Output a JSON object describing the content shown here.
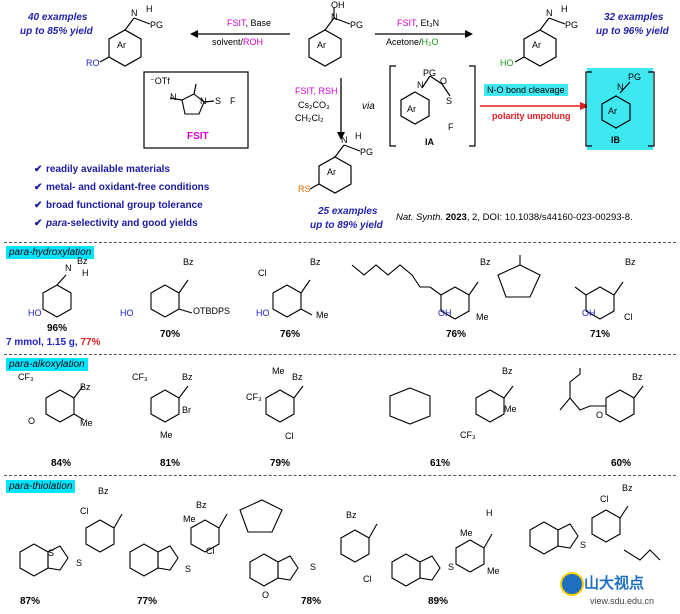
{
  "top": {
    "left_examples": "40 examples",
    "left_yield": "up to 85% yield",
    "left_reagent_top_fsit": "FSIT",
    "left_reagent_top_rest": ", Base",
    "left_reagent_bottom_a": "solvent/",
    "left_reagent_bottom_b": "ROH",
    "right_reagent_top_fsit": "FSIT",
    "right_reagent_top_rest": ", Et₃N",
    "right_reagent_bottom_a": "Acetone/",
    "right_reagent_bottom_b": "H₂O",
    "right_examples": "32 examples",
    "right_yield": "up to 96% yield",
    "down_reagent_1_fsit": "FSIT",
    "down_reagent_1_rest": ", RSH",
    "down_reagent_2": "Cs₂CO₃",
    "down_reagent_3": "CH₂Cl₂",
    "bottom_examples": "25 examples",
    "bottom_yield": "up to 89% yield",
    "via": "via",
    "ia_label": "IA",
    "ib_label": "IB",
    "nobond": "N-O bond cleavage",
    "umpolung": "polarity umpolung",
    "fsit_label": "FSIT",
    "otf": "⁻OTf",
    "citation_prefix": "Nat. Synth.",
    "citation_year": "2023",
    "citation_rest": ", 2, DOI: 10.1038/s44160-023-00293-8."
  },
  "atoms": {
    "ar": "Ar",
    "n": "N",
    "h": "H",
    "oh": "OH",
    "pg": "PG",
    "ro": "RO",
    "ho": "HO",
    "rs": "RS",
    "o": "O",
    "s": "S",
    "f": "F",
    "bz": "Bz",
    "me": "Me",
    "cl": "Cl",
    "br": "Br",
    "cf3": "CF₃",
    "otbdps": "OTBDPS"
  },
  "bullets": [
    {
      "text": "readily available materials"
    },
    {
      "text": "metal- and oxidant-free conditions"
    },
    {
      "text": "broad functional group tolerance"
    },
    {
      "text_it": "para",
      "text": "-selectivity and good yields"
    }
  ],
  "sections": {
    "hydroxylation": "para-hydroxylation",
    "alkoxylation": "para-alkoxylation",
    "thiolation": "para-thiolation"
  },
  "yields": {
    "h1": "96%",
    "h1_scale_a": "7 mmol, 1.15 g, ",
    "h1_scale_b": "77%",
    "h2": "70%",
    "h3": "76%",
    "h4": "76%",
    "h5": "71%",
    "a1": "84%",
    "a2": "81%",
    "a3": "79%",
    "a4": "61%",
    "a5": "60%",
    "t1": "87%",
    "t2": "77%",
    "t3": "78%",
    "t4": "89%"
  },
  "watermark": {
    "text": "山大视点",
    "url": "view.sdu.edu.cn"
  },
  "colors": {
    "blue": "#2222aa",
    "magenta": "#d400d4",
    "green": "#1a9e1a",
    "cyan": "#00e5ff",
    "red": "#e02020",
    "orange": "#e07000"
  }
}
